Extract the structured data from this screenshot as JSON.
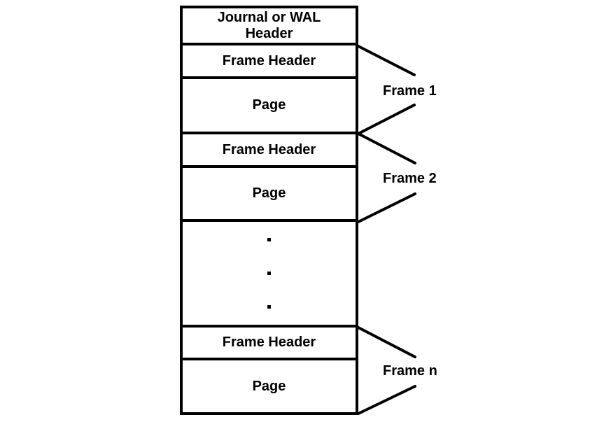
{
  "colors": {
    "line": "#000000",
    "text": "#000000",
    "background": "#ffffff"
  },
  "stack": {
    "boxes": [
      {
        "id": "journal-header",
        "label": "Journal or WAL\nHeader"
      },
      {
        "id": "frame1-header",
        "label": "Frame Header"
      },
      {
        "id": "frame1-page",
        "label": "Page"
      },
      {
        "id": "frame2-header",
        "label": "Frame Header"
      },
      {
        "id": "frame2-page",
        "label": "Page"
      },
      {
        "id": "ellipsis",
        "icon": "vertical-ellipsis-dots-icon"
      },
      {
        "id": "framen-header",
        "label": "Frame Header"
      },
      {
        "id": "framen-page",
        "label": "Page"
      }
    ]
  },
  "frame_labels": [
    {
      "label": "Frame 1"
    },
    {
      "label": "Frame 2"
    },
    {
      "label": "Frame n"
    }
  ]
}
